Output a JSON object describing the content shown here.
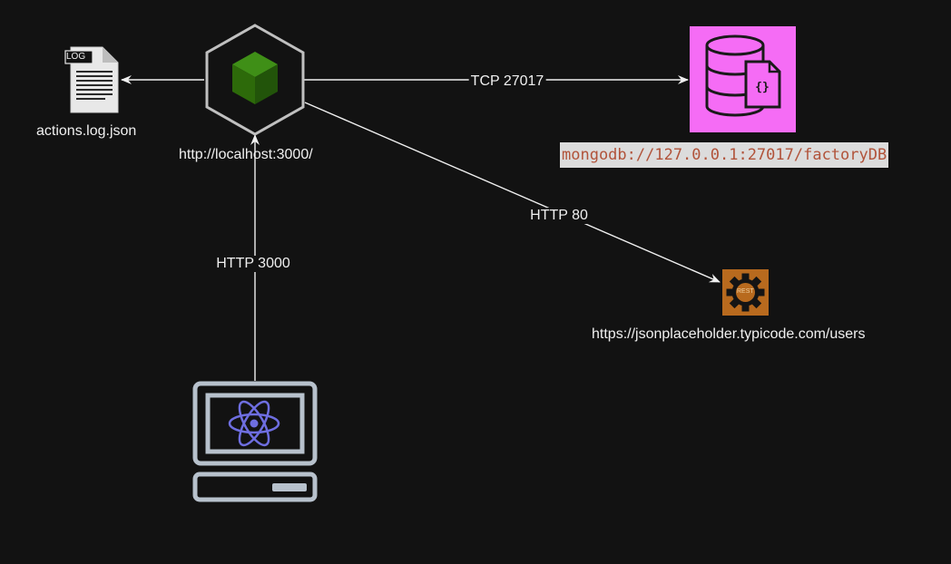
{
  "nodes": {
    "log_file": {
      "label": "actions.log.json",
      "badge": "LOG",
      "icon": "log-file-icon"
    },
    "server": {
      "label": "http://localhost:3000/",
      "icon": "nodejs-cube-icon"
    },
    "database": {
      "uri": "mongodb://127.0.0.1:27017/factoryDB",
      "icon": "database-json-icon"
    },
    "rest_api": {
      "label": "https://jsonplaceholder.typicode.com/users",
      "badge": "REST",
      "icon": "rest-gear-icon"
    },
    "client": {
      "icon": "react-computer-icon"
    }
  },
  "edges": {
    "server_to_db": "TCP 27017",
    "server_to_api": "HTTP 80",
    "client_to_server": "HTTP 3000"
  },
  "colors": {
    "background": "#121212",
    "line": "#f0f0f0",
    "node_green": "#2d6a0a",
    "cube_stroke": "#c0c0c0",
    "db_pink": "#f56cf5",
    "rest_orange": "#b86a1e",
    "client_blue": "#6e6ee0",
    "computer_gray": "#b7c1cc",
    "uri_text": "#b1533a"
  }
}
